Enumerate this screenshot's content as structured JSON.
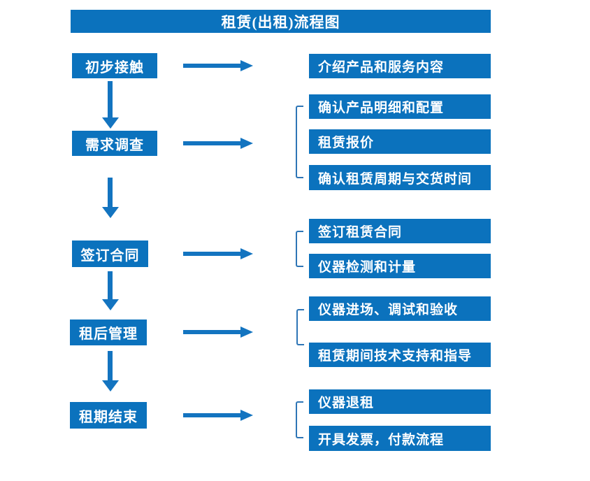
{
  "title": "租赁(出租)流程图",
  "colors": {
    "box_blue": "#0b72bd",
    "arrow_blue": "#1374c0",
    "bracket_blue": "#2e75b6",
    "text": "#ffffff",
    "background": "#ffffff"
  },
  "flow": {
    "steps": [
      {
        "label": "初步接触",
        "outputs": [
          "介绍产品和服务内容"
        ]
      },
      {
        "label": "需求调查",
        "outputs": [
          "确认产品明细和配置",
          "租赁报价",
          "确认租赁周期与交货时间"
        ]
      },
      {
        "label": "签订合同",
        "outputs": [
          "签订租赁合同",
          "仪器检测和计量"
        ]
      },
      {
        "label": "租后管理",
        "outputs": [
          "仪器进场、调试和验收",
          "租赁期间技术支持和指导"
        ]
      },
      {
        "label": "租期结束",
        "outputs": [
          "仪器退租",
          "开具发票，付款流程"
        ]
      }
    ]
  }
}
